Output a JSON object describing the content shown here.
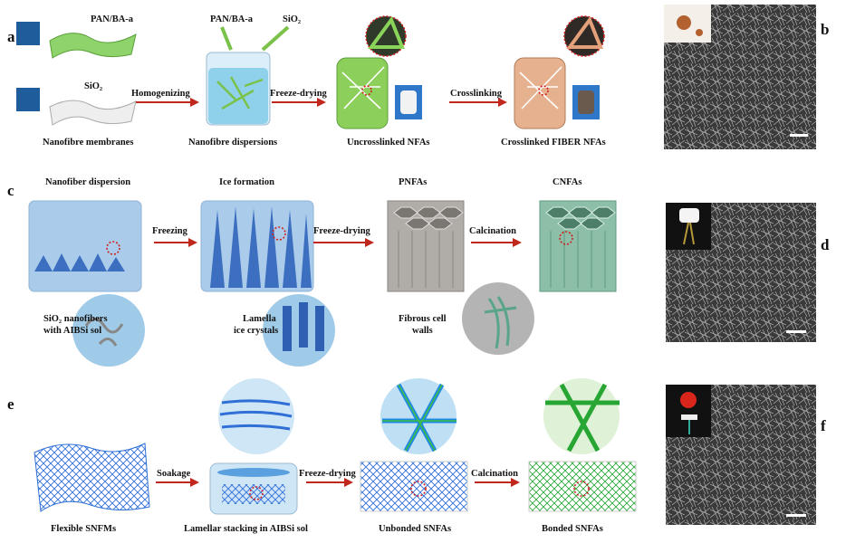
{
  "panel_a": {
    "letter": "a",
    "top_labels": [
      "PAN/BA-a",
      "SiO₂",
      "PAN/BA-a",
      "SiO₂"
    ],
    "steps": [
      "Homogenizing",
      "Freeze-drying",
      "Crosslinking"
    ],
    "captions": [
      "Nanofibre membranes",
      "Nanofibre dispersions",
      "Uncrosslinked NFAs",
      "Crosslinked FIBER NFAs"
    ]
  },
  "panel_b": {
    "letter": "b"
  },
  "panel_c": {
    "letter": "c",
    "headers": [
      "Nanofiber dispersion",
      "Ice formation",
      "PNFAs",
      "CNFAs"
    ],
    "steps": [
      "Freezing",
      "Freeze-drying",
      "Calcination"
    ],
    "captions": [
      [
        "SiO₂ nanofibers",
        "with AIBSi sol"
      ],
      [
        "Lamella",
        "ice crystals"
      ],
      [
        "Fibrous cell",
        "walls"
      ]
    ]
  },
  "panel_d": {
    "letter": "d"
  },
  "panel_e": {
    "letter": "e",
    "steps": [
      "Soakage",
      "Freeze-drying",
      "Calcination"
    ],
    "captions": [
      "Flexible SNFMs",
      "Lamellar stacking in AIBSi sol",
      "Unbonded SNFAs",
      "Bonded SNFAs"
    ]
  },
  "panel_f": {
    "letter": "f"
  },
  "colors": {
    "arrow": "#c0281e",
    "ice_blue": "#4a78c4",
    "green": "#3fbf3f",
    "sem_gray": "#555555"
  }
}
